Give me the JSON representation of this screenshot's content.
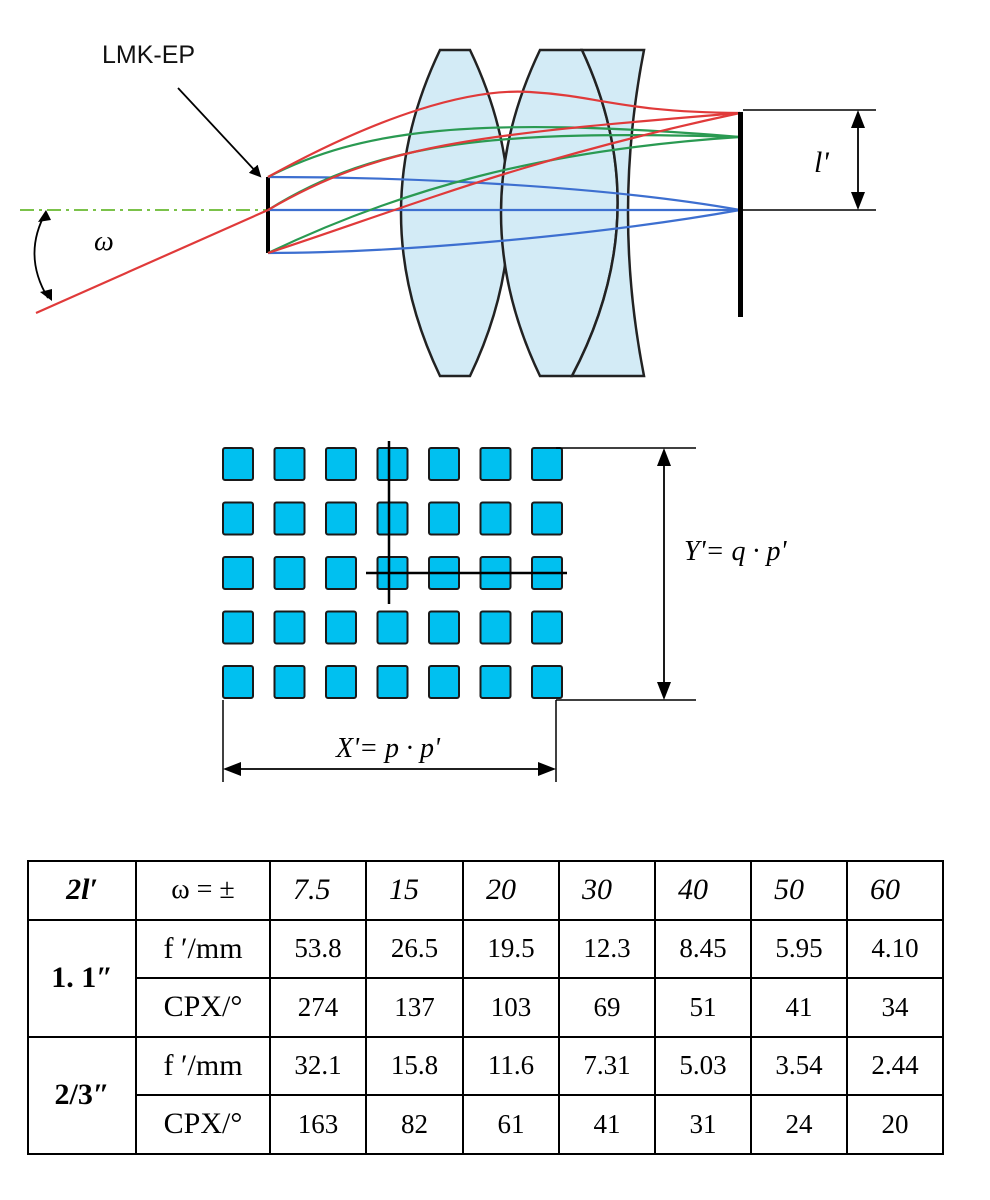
{
  "optics": {
    "stop_label": "LMK-EP",
    "omega_label": "ω",
    "height_label": "l'"
  },
  "sensor_grid": {
    "rows": 5,
    "cols": 7,
    "y_formula": "Y'= q · p'",
    "x_formula": "X'= p · p'",
    "pixel_color": "#00c0f0"
  },
  "colors": {
    "red_ray": "#e03a3a",
    "green_ray": "#2a9a52",
    "blue_ray": "#3d6fd0",
    "lens_fill": "#d3ebf6",
    "axis": "#7bc24a"
  },
  "table": {
    "header": {
      "first": "2l′",
      "second": "ω = ±",
      "angles": [
        "7.5",
        "15",
        "20",
        "30",
        "40",
        "50",
        "60"
      ]
    },
    "groups": [
      {
        "sensor": "1. 1″",
        "rows": [
          {
            "label": "f ′/mm",
            "values": [
              "53.8",
              "26.5",
              "19.5",
              "12.3",
              "8.45",
              "5.95",
              "4.10"
            ]
          },
          {
            "label": "CPX/°",
            "values": [
              "274",
              "137",
              "103",
              "69",
              "51",
              "41",
              "34"
            ]
          }
        ]
      },
      {
        "sensor": "2/3″",
        "rows": [
          {
            "label": "f ′/mm",
            "values": [
              "32.1",
              "15.8",
              "11.6",
              "7.31",
              "5.03",
              "3.54",
              "2.44"
            ]
          },
          {
            "label": "CPX/°",
            "values": [
              "163",
              "82",
              "61",
              "41",
              "31",
              "24",
              "20"
            ]
          }
        ]
      }
    ]
  }
}
